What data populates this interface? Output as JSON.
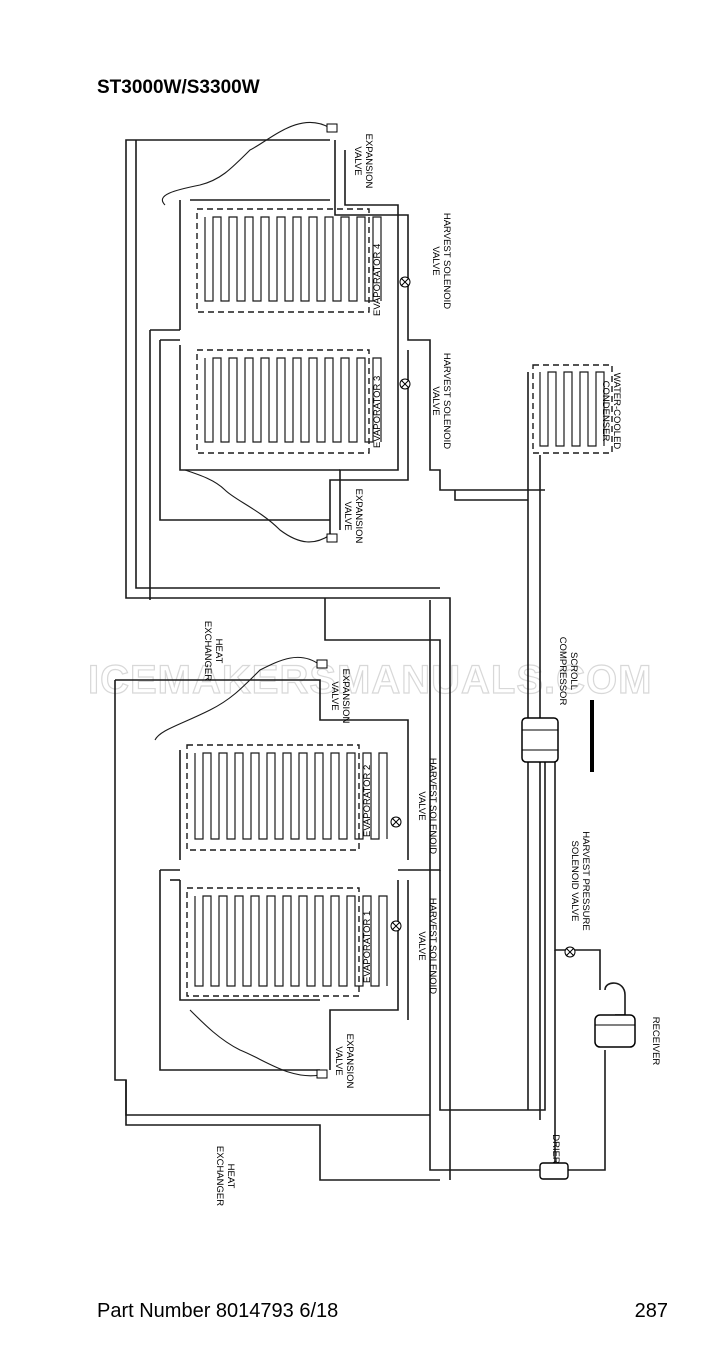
{
  "header": {
    "model": "ST3000W/S3300W"
  },
  "footer": {
    "part_number": "Part Number 8014793 6/18",
    "page": "287"
  },
  "watermark": "ICEMAKERSMANUALS.COM",
  "labels": {
    "expansion_valve_4": "EXPANSION\nVALVE",
    "harvest_solenoid_4": "HARVEST SOLENOID\nVALVE",
    "evaporator_4": "EVAPORATOR 4",
    "evaporator_3": "EVAPORATOR 3",
    "harvest_solenoid_3": "HARVEST SOLENOID\nVALVE",
    "expansion_valve_3": "EXPANSION\nVALVE",
    "water_cooled_condenser": "WATER-COOLED\nCONDENSER",
    "heat_exchanger_top": "HEAT\nEXCHANGER",
    "scroll_compressor": "SCROLL\nCOMPRESSOR",
    "expansion_valve_2": "EXPANSION\nVALVE",
    "evaporator_2": "EVAPORATOR 2",
    "harvest_solenoid_2": "HARVEST SOLENOID\nVALVE",
    "harvest_pressure_solenoid": "HARVEST PRESSURE\nSOLENOID VALVE",
    "evaporator_1": "EVAPORATOR 1",
    "harvest_solenoid_1": "HARVEST SOLENOID\nVALVE",
    "expansion_valve_1": "EXPANSION\nVALVE",
    "receiver": "RECEIVER",
    "drier": "DRIER",
    "heat_exchanger_bottom": "HEAT\nEXCHANGER"
  }
}
